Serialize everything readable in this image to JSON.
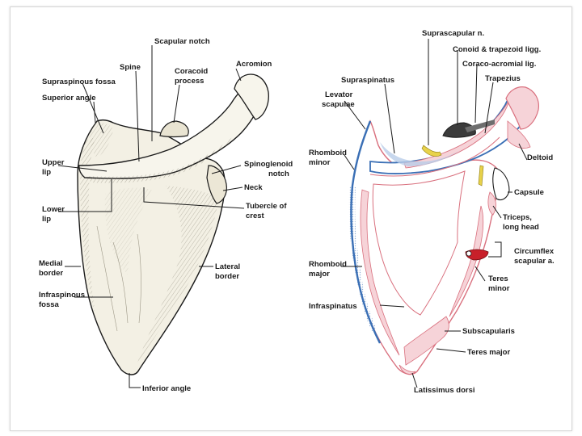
{
  "left_figure": {
    "title": "Scapula — posterior view",
    "labels": {
      "scapular_notch": "Scapular notch",
      "spine": "Spine",
      "coracoid_1": "Coracoid",
      "coracoid_2": "process",
      "acromion": "Acromion",
      "supraspinous_fossa": "Supraspinous fossa",
      "superior_angle": "Superior angle",
      "upper_lip_1": "Upper",
      "upper_lip_2": "lip",
      "spinoglenoid_1": "Spinoglenoid",
      "spinoglenoid_2": "notch",
      "neck": "Neck",
      "tubercle_1": "Tubercle of",
      "tubercle_2": "crest",
      "lower_lip_1": "Lower",
      "lower_lip_2": "lip",
      "medial_1": "Medial",
      "medial_2": "border",
      "lateral_1": "Lateral",
      "lateral_2": "border",
      "infraspinous_1": "Infraspinous",
      "infraspinous_2": "fossa",
      "inferior_angle": "Inferior angle"
    }
  },
  "right_figure": {
    "title": "Scapula — muscle attachments",
    "labels": {
      "suprascapular_n": "Suprascapular n.",
      "conoid": "Conoid & trapezoid ligg.",
      "coraco_acromial": "Coraco-acromial lig.",
      "trapezius": "Trapezius",
      "supraspinatus": "Supraspinatus",
      "levator_1": "Levator",
      "levator_2": "scapulae",
      "rhomboid_minor_1": "Rhomboid",
      "rhomboid_minor_2": "minor",
      "deltoid": "Deltoid",
      "capsule": "Capsule",
      "triceps_1": "Triceps,",
      "triceps_2": "long head",
      "circumflex_1": "Circumflex",
      "circumflex_2": "scapular a.",
      "rhomboid_major_1": "Rhomboid",
      "rhomboid_major_2": "major",
      "teres_minor_1": "Teres",
      "teres_minor_2": "minor",
      "infraspinatus": "Infraspinatus",
      "subscapularis": "Subscapularis",
      "teres_major": "Teres major",
      "latissimus": "Latissimus dorsi"
    }
  },
  "colors": {
    "bone_fill": "#f3f0e4",
    "attachment_pink": "#f6d3d8",
    "attachment_line": "#d9707e",
    "blue_border": "#3a6fb5",
    "artery_red": "#c8202a",
    "nerve_yellow": "#e8d24a"
  }
}
